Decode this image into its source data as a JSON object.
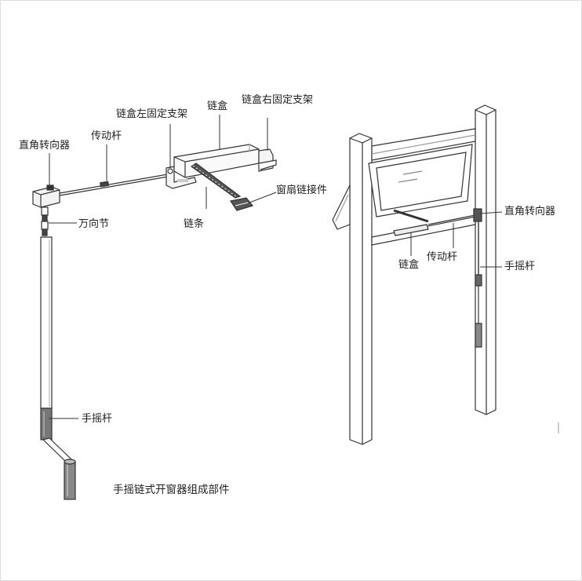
{
  "left_labels": {
    "right_angle_diverter": "直角转向器",
    "drive_rod": "传动杆",
    "chain_box_left_bracket": "链盒左固定支架",
    "chain_box": "链盒",
    "chain_box_right_bracket": "链盒右固定支架",
    "sash_chain_connector": "窗扇链接件",
    "chain": "链条",
    "universal_joint": "万向节",
    "crank_handle": "手摇杆"
  },
  "right_labels": {
    "right_angle_diverter": "直角转向器",
    "chain_box": "链盒",
    "drive_rod": "传动杆",
    "crank_handle": "手摇杆"
  },
  "caption": "手摇链式开窗器组成部件"
}
